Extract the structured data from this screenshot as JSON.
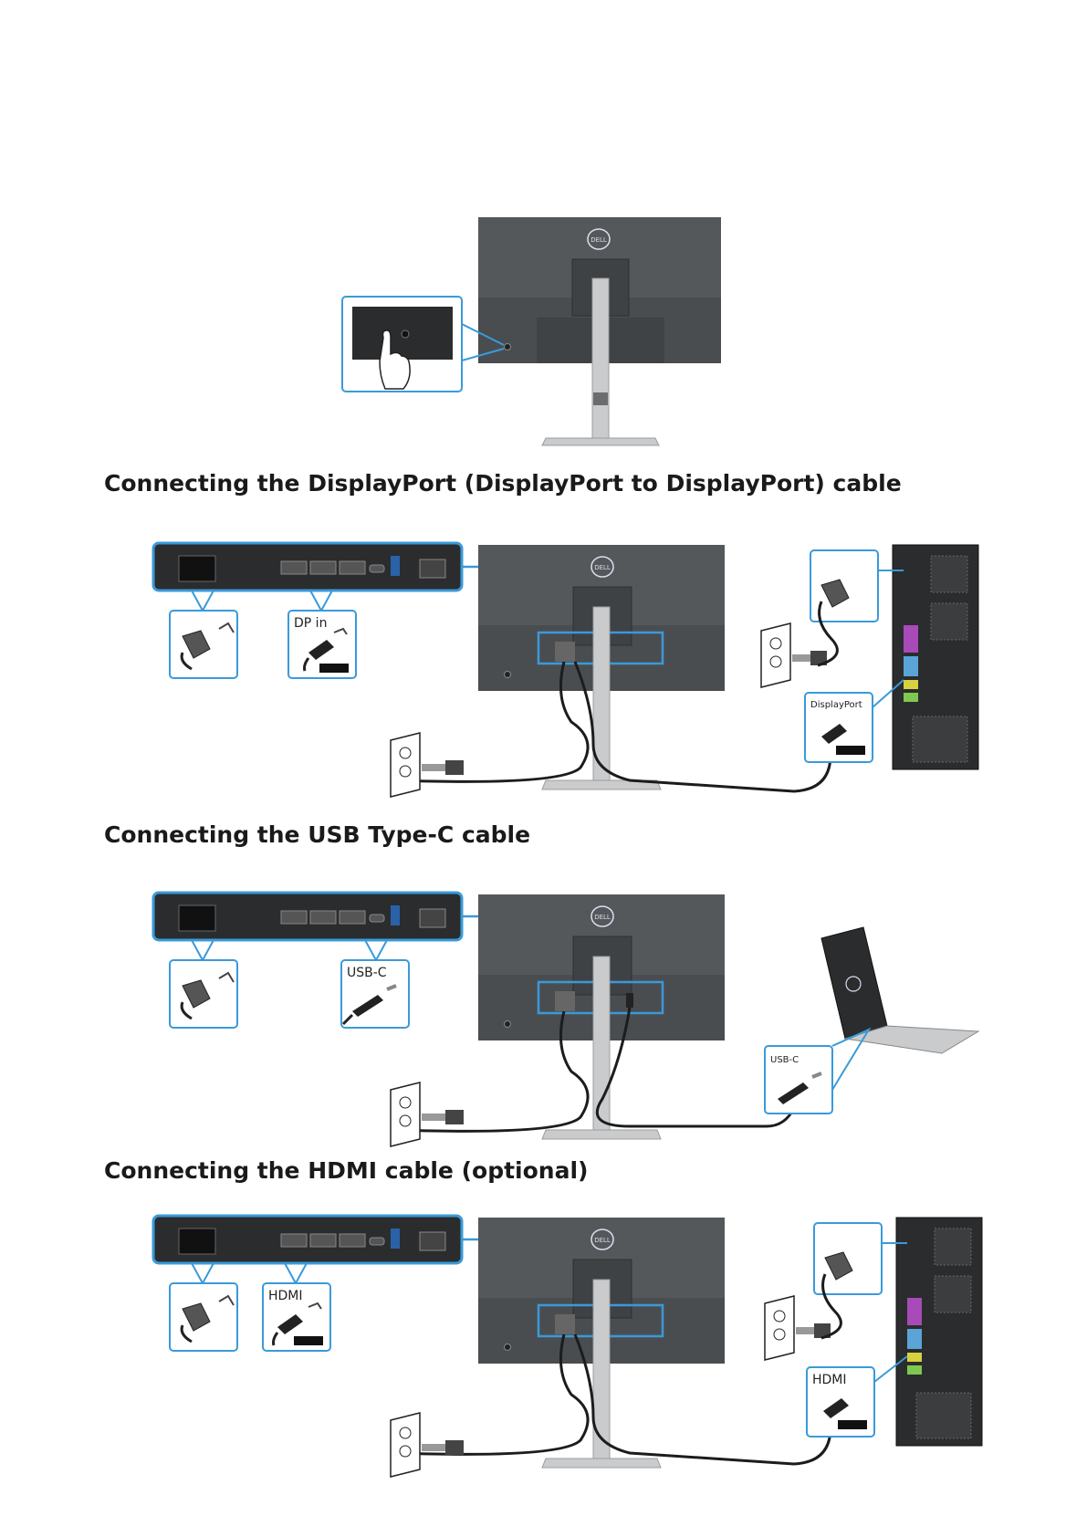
{
  "sections": [
    {
      "heading": "Connecting the DisplayPort (DisplayPort to DisplayPort) cable",
      "monitor_port_label": "DP in",
      "source_port_label": "DisplayPort"
    },
    {
      "heading": "Connecting the USB Type-C cable",
      "monitor_port_label": "USB-C",
      "source_port_label": "USB-C"
    },
    {
      "heading": "Connecting the HDMI cable (optional)",
      "monitor_port_label": "HDMI",
      "source_port_label": "HDMI"
    }
  ],
  "colors": {
    "accent": "#3a9ad9",
    "monitor": "#4a4d50",
    "stand": "#c9cbcd",
    "panel": "#2b2c2e"
  }
}
